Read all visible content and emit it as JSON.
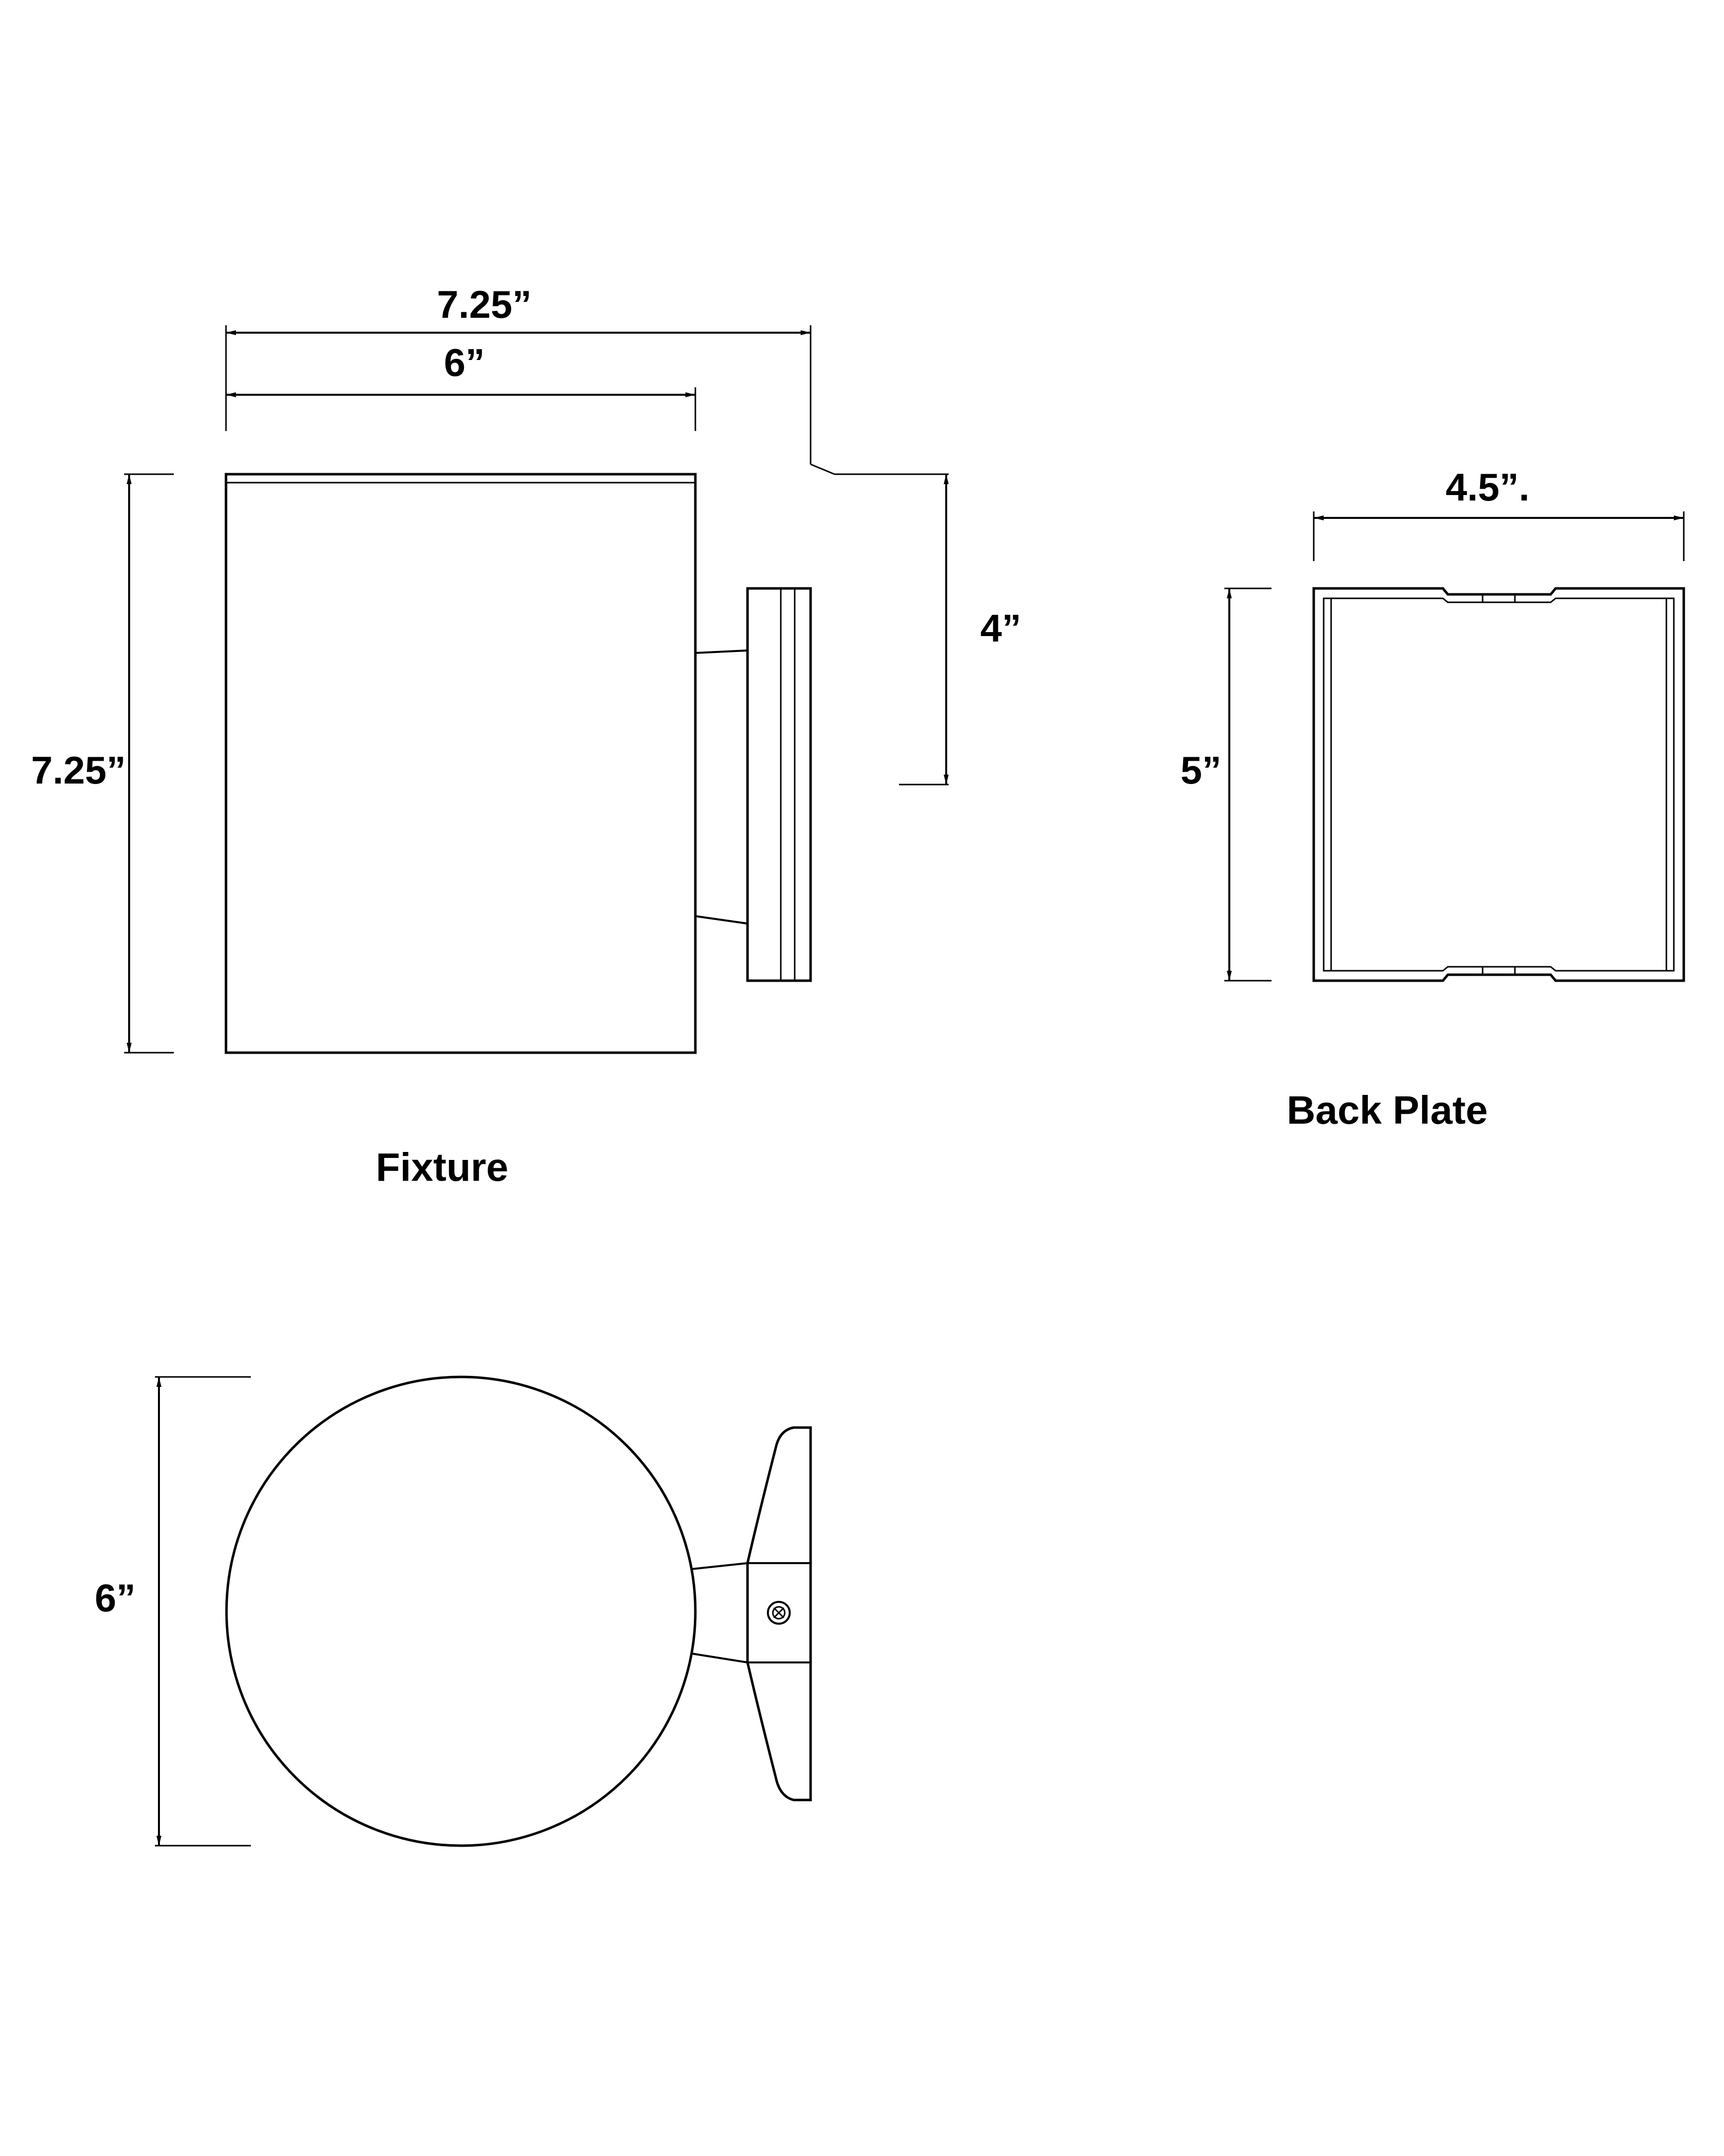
{
  "colors": {
    "line": "#000000",
    "background": "#ffffff"
  },
  "fixture": {
    "caption": "Fixture",
    "overall_width_label": "7.25”",
    "body_width_label": "6”",
    "height_label": "7.25”",
    "backplate_height_label": "4”"
  },
  "back_plate": {
    "caption": "Back Plate",
    "width_label": "4.5”.",
    "height_label": "5”"
  },
  "top_view": {
    "diameter_label": "6”"
  }
}
